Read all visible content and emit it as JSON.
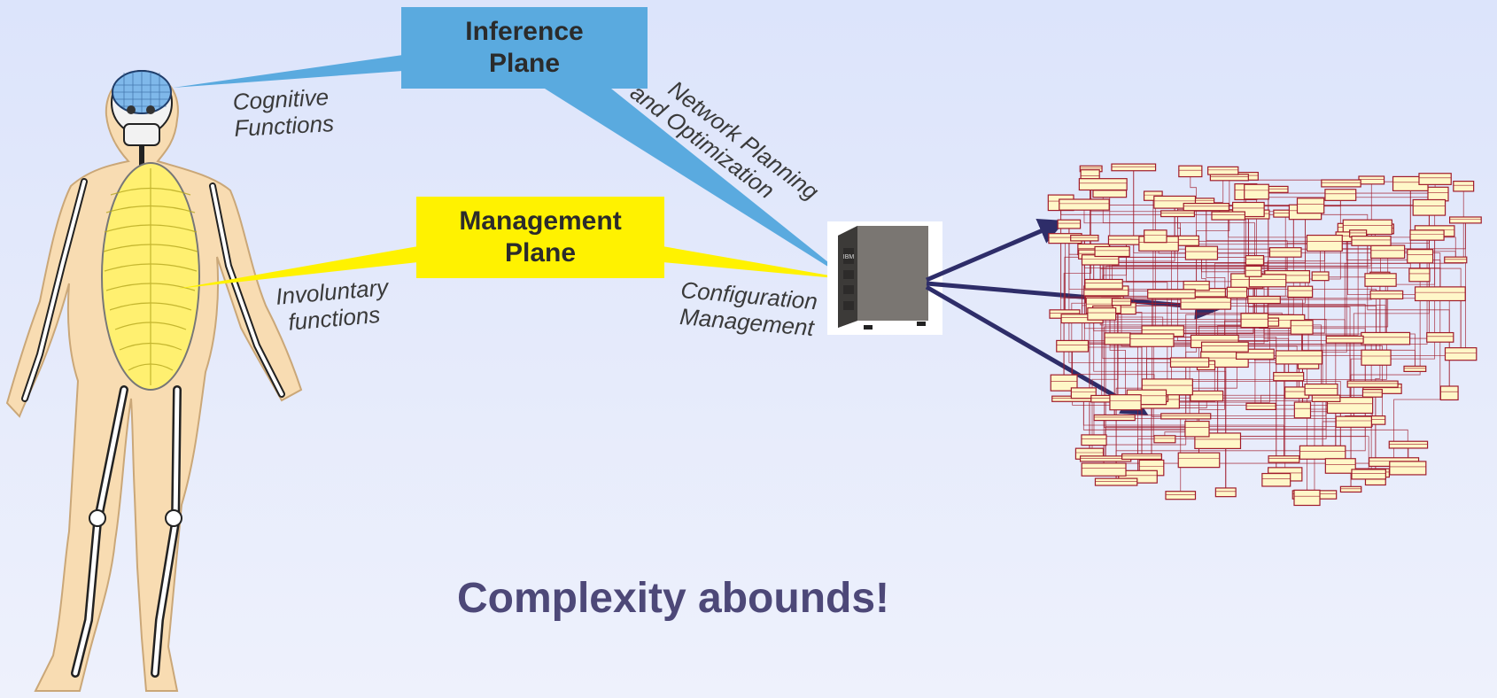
{
  "inference_plane": {
    "line1": "Inference",
    "line2": "Plane",
    "color": "#5aaadf"
  },
  "management_plane": {
    "line1": "Management",
    "line2": "Plane",
    "color": "#fff200"
  },
  "cognitive": {
    "line1": "Cognitive",
    "line2": "Functions"
  },
  "involuntary": {
    "line1": "Involuntary",
    "line2": "functions"
  },
  "network_planning": {
    "line1": "Network Planning",
    "line2": "and Optimization"
  },
  "configuration": {
    "line1": "Configuration",
    "line2": "Management"
  },
  "server": {
    "brand": "IBM"
  },
  "headline": "Complexity abounds!",
  "colors": {
    "arrow": "#2e2d69",
    "headline": "#4d4878",
    "diagram_box": "#fff7c8",
    "diagram_border": "#a01c2c"
  }
}
